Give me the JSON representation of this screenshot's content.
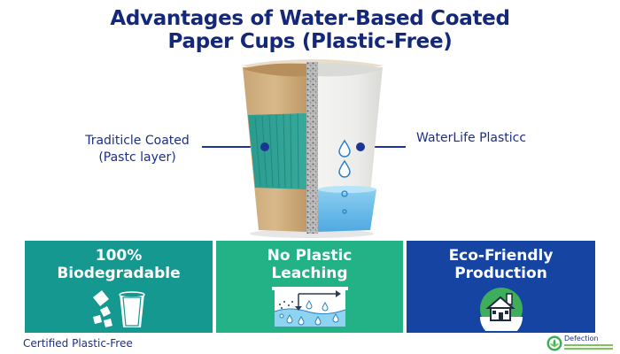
{
  "header": {
    "title_line1": "Advantages of Water-Based Coated",
    "title_line2": "Paper Cups (Plastic-Free)"
  },
  "diagram": {
    "callouts": [
      {
        "side": "left",
        "line1": "Traditicle Coated",
        "line2": "(Pastc layer)"
      },
      {
        "side": "right",
        "line1": "WaterLife Plasticc"
      }
    ],
    "cup": {
      "left_half": "kraft paper with teal ribbed sleeve",
      "middle": "speckled grey coating layer",
      "right_half": "white cup with water droplets and blue liquid"
    }
  },
  "panels": [
    {
      "line1": "100%",
      "line2": "Biodegradable",
      "icon": "biodegradable-cup-icon",
      "color": "#14988f"
    },
    {
      "line1": "No Plastic",
      "line2": "Leaching",
      "icon": "water-leaching-icon",
      "color": "#23b286"
    },
    {
      "line1": "Eco-Friendly",
      "line2": "Production",
      "icon": "eco-factory-house-icon",
      "color": "#1644a2"
    }
  ],
  "footer": {
    "certification": "Certified Plastic-Free",
    "badge_label": "Defection"
  },
  "colors": {
    "title": "#14287a",
    "accent_navy": "#1a3593",
    "teal": "#14988f",
    "green": "#23b286",
    "blue": "#1644a2"
  }
}
